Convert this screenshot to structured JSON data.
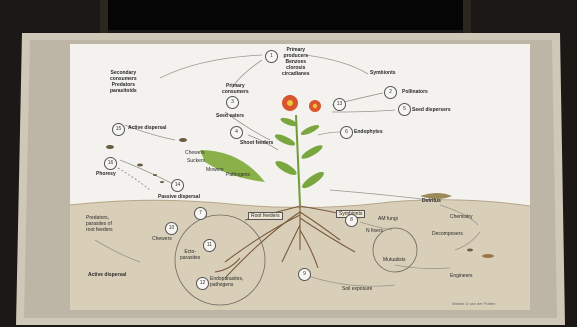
{
  "labels": {
    "primary_producers": "Primary\nproducers\nBenzoes\nclorosis\ncircadianes",
    "symbionts": "Symbionts",
    "secondary_consumers": "Secondary\nconsumers\nPredators\nparasitoids",
    "primary_consumers": "Primary\nconsumers",
    "pollinators": "Pollinators",
    "seed_eaters": "Seed eaters",
    "seed_dispersers": "Seed dispersers",
    "active_dispersal_top": "Active dispersal",
    "shoot_feeders": "Shoot feeders",
    "endophytes": "Endophytes",
    "chewers": "Chewers",
    "suckers": "Suckers",
    "mowers": "Mowers",
    "pathogens": "Pathogens",
    "phoresy": "Phoresy",
    "passive_dispersal": "Passive dispersal",
    "detritus": "Detritus",
    "chemistry": "Chemistry",
    "decomposers": "Decomposers",
    "root_feeders": "Root feeders",
    "symbionts_soil": "Symbionts",
    "am_fungi": "AM fungi",
    "n_fixers": "N fixers",
    "predators_parasites": "Predators,\nparasites of\nroot feeders",
    "chewers_soil": "Chewers",
    "ecto_parasites": "Ecto-\nparasites",
    "mutualists": "Mutualists",
    "engineers": "Engineers",
    "endoparasites": "Endoparasites,\npathogens",
    "active_dispersal_bottom": "Active dispersal",
    "soil_exposure": "Soil exposure",
    "credit": "Wardle & van der Putten"
  },
  "numbers": [
    "1",
    "2",
    "3",
    "4",
    "5",
    "6",
    "7",
    "8",
    "9",
    "10",
    "11",
    "12",
    "13",
    "14",
    "15",
    "16"
  ],
  "colors": {
    "wall": "#1a1714",
    "screen_frame": "#cfc8b8",
    "screen_sky": "#f3f2ee",
    "soil": "#d8cdb5",
    "leaf_green": "#6f9b3a",
    "flower_red": "#d9552e",
    "root_brown": "#7a5a3c"
  }
}
